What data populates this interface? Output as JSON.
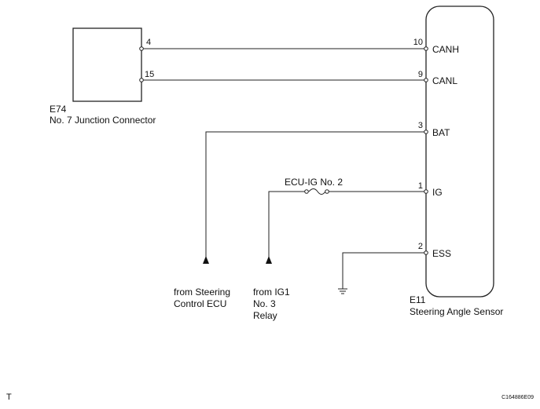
{
  "junction_connector": {
    "code": "E74",
    "name": "No. 7 Junction Connector",
    "pins": [
      "4",
      "15"
    ]
  },
  "sensor": {
    "code": "E11",
    "name": "Steering Angle Sensor",
    "terminals": [
      {
        "pin": "10",
        "signal": "CANH"
      },
      {
        "pin": "9",
        "signal": "CANL"
      },
      {
        "pin": "3",
        "signal": "BAT"
      },
      {
        "pin": "1",
        "signal": "IG"
      },
      {
        "pin": "2",
        "signal": "ESS"
      }
    ]
  },
  "fuse": {
    "label": "ECU-IG No. 2"
  },
  "sources": {
    "steering_ecu": [
      "from Steering",
      "Control ECU"
    ],
    "ig1_relay": [
      "from IG1",
      "No. 3",
      "Relay"
    ]
  },
  "footer": {
    "left_mark": "T",
    "figure_code": "C164886E09"
  }
}
